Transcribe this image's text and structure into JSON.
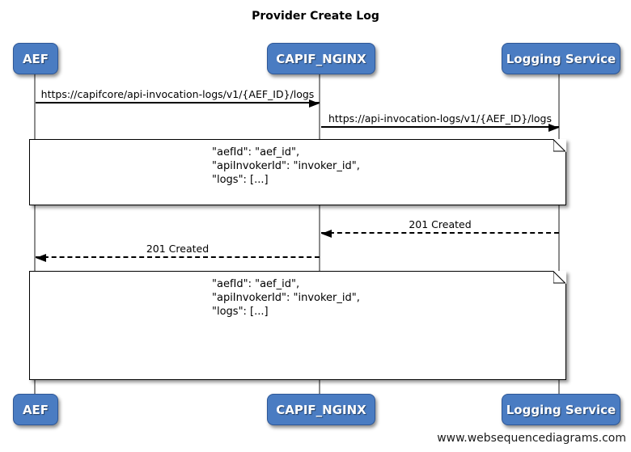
{
  "title": "Provider Create Log",
  "watermark": "www.websequencediagrams.com",
  "actors": [
    {
      "id": "aef",
      "label": "AEF"
    },
    {
      "id": "capif_nginx",
      "label": "CAPIF_NGINX"
    },
    {
      "id": "logging_service",
      "label": "Logging Service"
    }
  ],
  "messages": [
    {
      "label": "https://capifcore/api-invocation-logs/v1/{AEF_ID}/logs",
      "from": "AEF",
      "to": "CAPIF_NGINX",
      "line": "solid",
      "direction": "right"
    },
    {
      "label": "https://api-invocation-logs/v1/{AEF_ID}/logs",
      "from": "CAPIF_NGINX",
      "to": "Logging Service",
      "line": "solid",
      "direction": "right"
    },
    {
      "label": "201 Created",
      "from": "Logging Service",
      "to": "CAPIF_NGINX",
      "line": "dashed",
      "direction": "left"
    },
    {
      "label": "201 Created",
      "from": "CAPIF_NGINX",
      "to": "AEF",
      "line": "dashed",
      "direction": "left"
    }
  ],
  "notes": [
    {
      "lines": [
        "\"aefId\": \"aef_id\",",
        "\"apiInvokerId\": \"invoker_id\",",
        "\"logs\": [...]"
      ]
    },
    {
      "lines": [
        "\"aefId\": \"aef_id\",",
        "\"apiInvokerId\": \"invoker_id\",",
        "\"logs\": [...]"
      ]
    }
  ],
  "colors": {
    "actor_fill": "#4a7cc2",
    "actor_border": "#2e5796",
    "actor_text": "#ffffff",
    "lifeline": "#8c8c8c",
    "arrow": "#000000",
    "note_bg": "#ffffff",
    "note_border": "#000000",
    "background": "#ffffff"
  }
}
